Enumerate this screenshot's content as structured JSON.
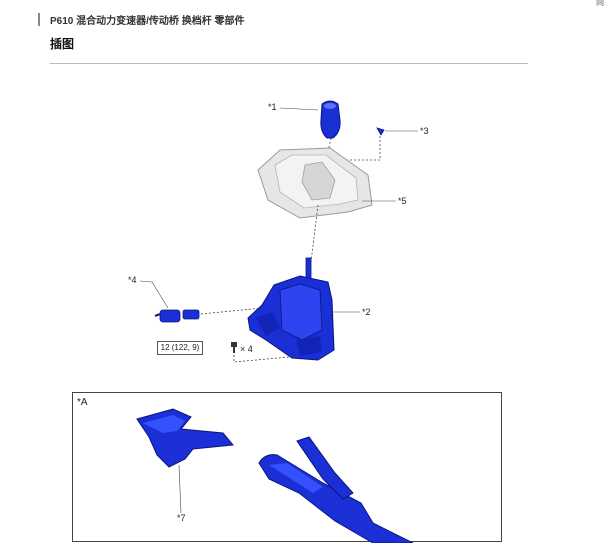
{
  "header": {
    "title": "P610 混合动力变速器/传动桥 换档杆 零部件",
    "corner_text": "间"
  },
  "section_title": "插图",
  "labels": {
    "c1": "*1",
    "c2": "*2",
    "c3": "*3",
    "c4": "*4",
    "c5": "*5",
    "c7": "*7"
  },
  "torque_spec": "12 (122, 9)",
  "bolt_qty": "× 4",
  "detail_panel_label": "*A",
  "colors": {
    "part_blue": "#1a2fd6",
    "part_dark": "#0b1680",
    "bezel_gray": "#d8d8d8"
  }
}
